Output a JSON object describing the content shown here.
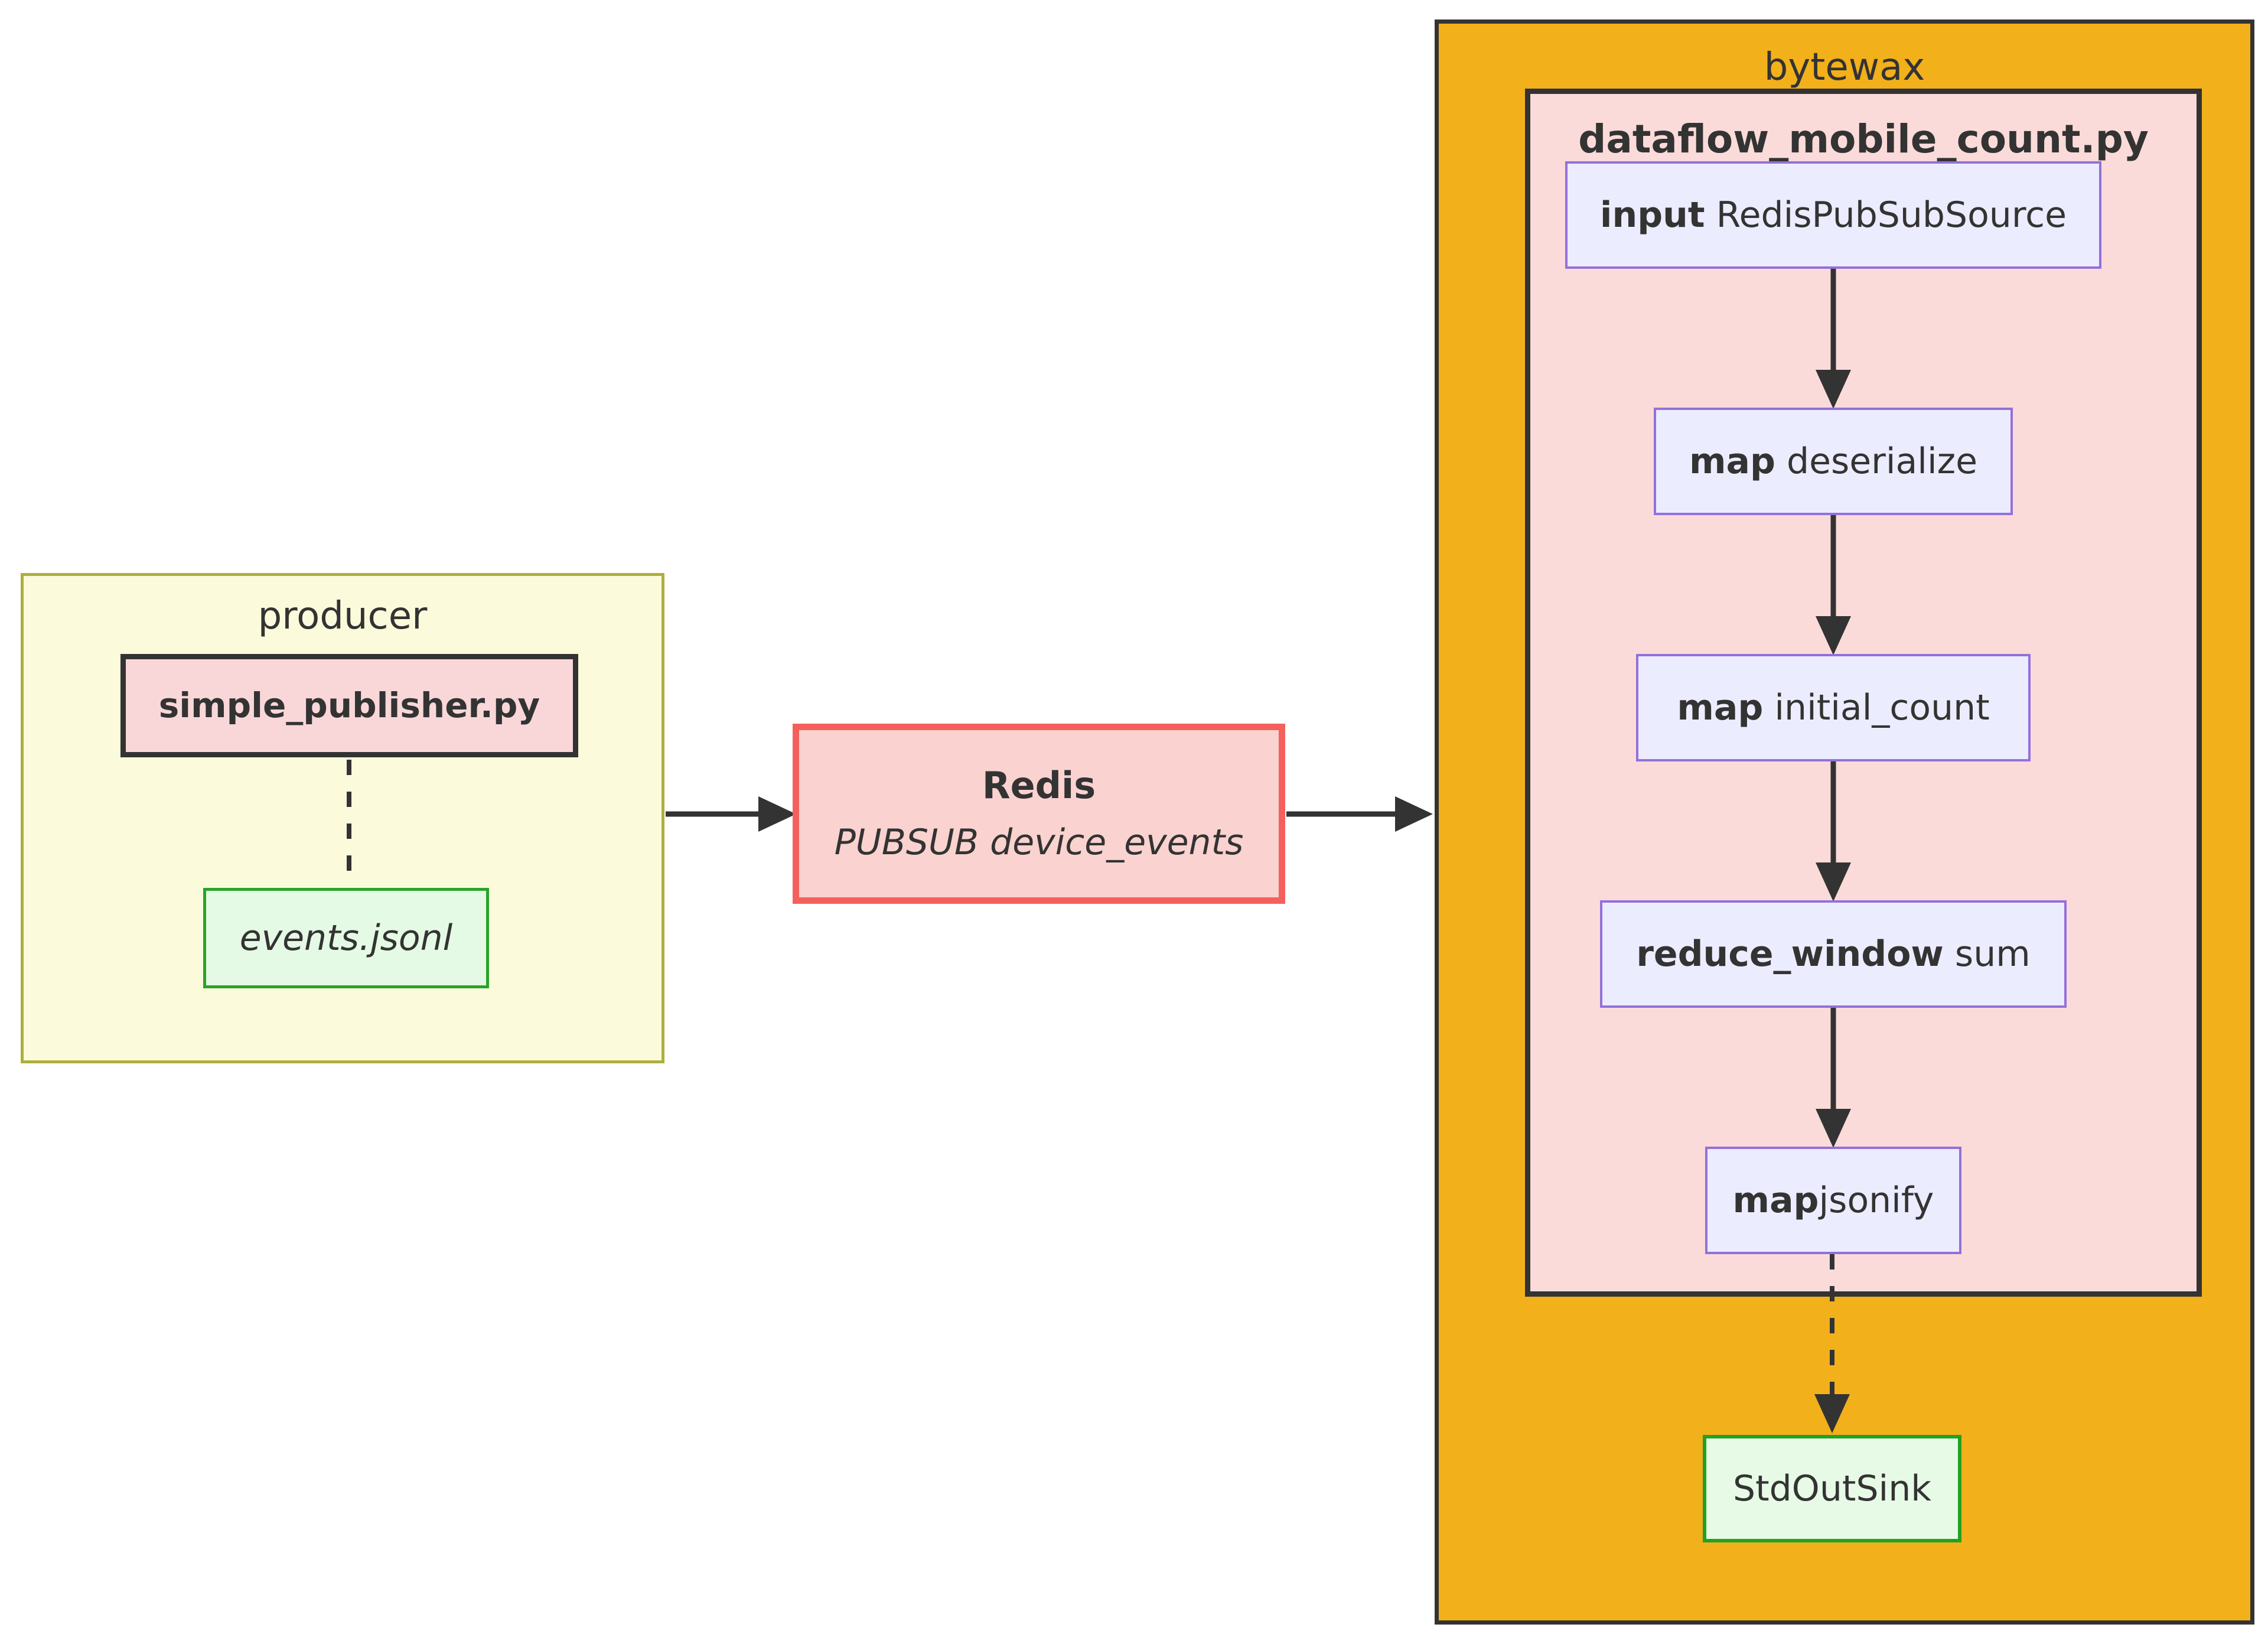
{
  "clusters": {
    "producer": {
      "label": "producer"
    },
    "bytewax": {
      "label": "bytewax"
    },
    "dataflow_file": {
      "label": "dataflow_mobile_count.py"
    }
  },
  "nodes": {
    "simple_publisher": {
      "label": "simple_publisher.py"
    },
    "events_file": {
      "label": "events.jsonl"
    },
    "redis": {
      "title": "Redis",
      "subtitle": "PUBSUB device_events"
    },
    "input_step": {
      "keyword": "input",
      "arg": " RedisPubSubSource"
    },
    "map_deserialize": {
      "keyword": "map",
      "arg": " deserialize"
    },
    "map_initial_count": {
      "keyword": "map",
      "arg": " initial_count"
    },
    "reduce_window_sum": {
      "keyword": "reduce_window",
      "arg": " sum"
    },
    "map_jsonify": {
      "keyword": "map",
      "arg": "jsonify"
    },
    "stdout_sink": {
      "label": "StdOutSink"
    }
  },
  "colors": {
    "producer_fill": "#fbfbdc",
    "producer_border": "#aeae3e",
    "pink_node_fill": "#f9d7d9",
    "dark_border": "#333333",
    "green_file_fill": "#e4fae4",
    "green_file_border": "#29a329",
    "redis_fill": "#fad2d0",
    "redis_border": "#f4615c",
    "bytewax_fill": "#f2b01b",
    "dataflow_fill": "#fbdbd9",
    "step_fill": "#ececff",
    "step_border": "#9370db",
    "sink_fill": "#e6fae6",
    "sink_border": "#23a123",
    "edge_color": "#333333"
  }
}
